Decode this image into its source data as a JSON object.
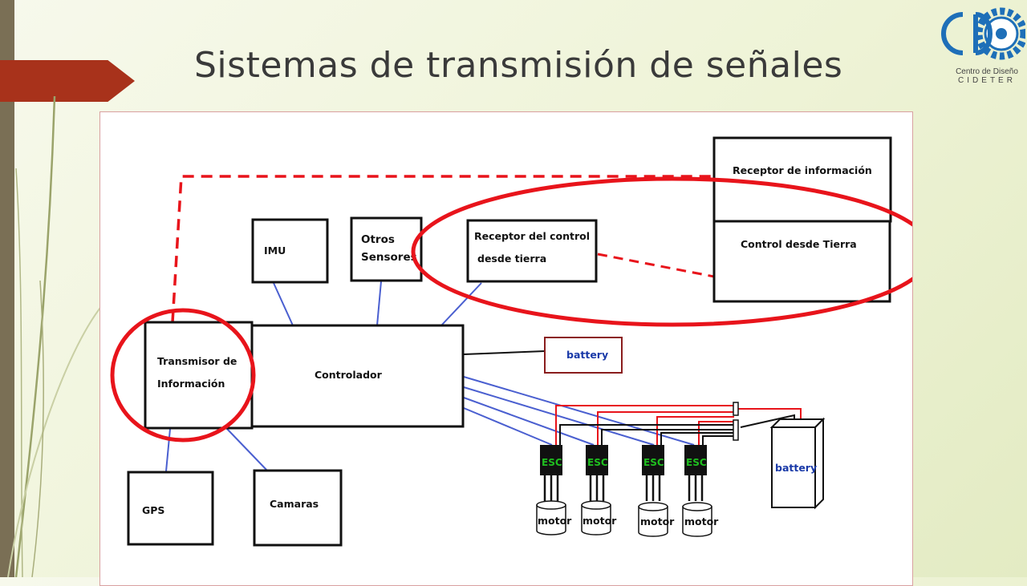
{
  "slide": {
    "title": "Sistemas de transmisión de señales"
  },
  "logo": {
    "initials": "CD",
    "line1": "Centro de Diseño",
    "line2": "CIDETER"
  },
  "diagram": {
    "receptor_informacion": "Receptor de información",
    "control_tierra": "Control desde Tierra",
    "imu": "IMU",
    "otros_sensores": [
      "Otros",
      "Sensores"
    ],
    "receptor_control": [
      "Receptor del control",
      "desde tierra"
    ],
    "transmisor": [
      "Transmisor de",
      "Información"
    ],
    "controlador": "Controlador",
    "battery_small": "battery",
    "battery_big": "battery",
    "gps": "GPS",
    "camaras": "Camaras",
    "esc_labels": [
      "ESC",
      "ESC",
      "ESC",
      "ESC"
    ],
    "motor_labels": [
      "motor",
      "motor",
      "motor",
      "motor"
    ]
  },
  "colors": {
    "accent_red": "#e8141b",
    "line_blue": "#4a5fd0",
    "title_arrow": "#a8321b",
    "esc_green": "#1fbf1f",
    "logo_blue": "#1e6fb8"
  }
}
